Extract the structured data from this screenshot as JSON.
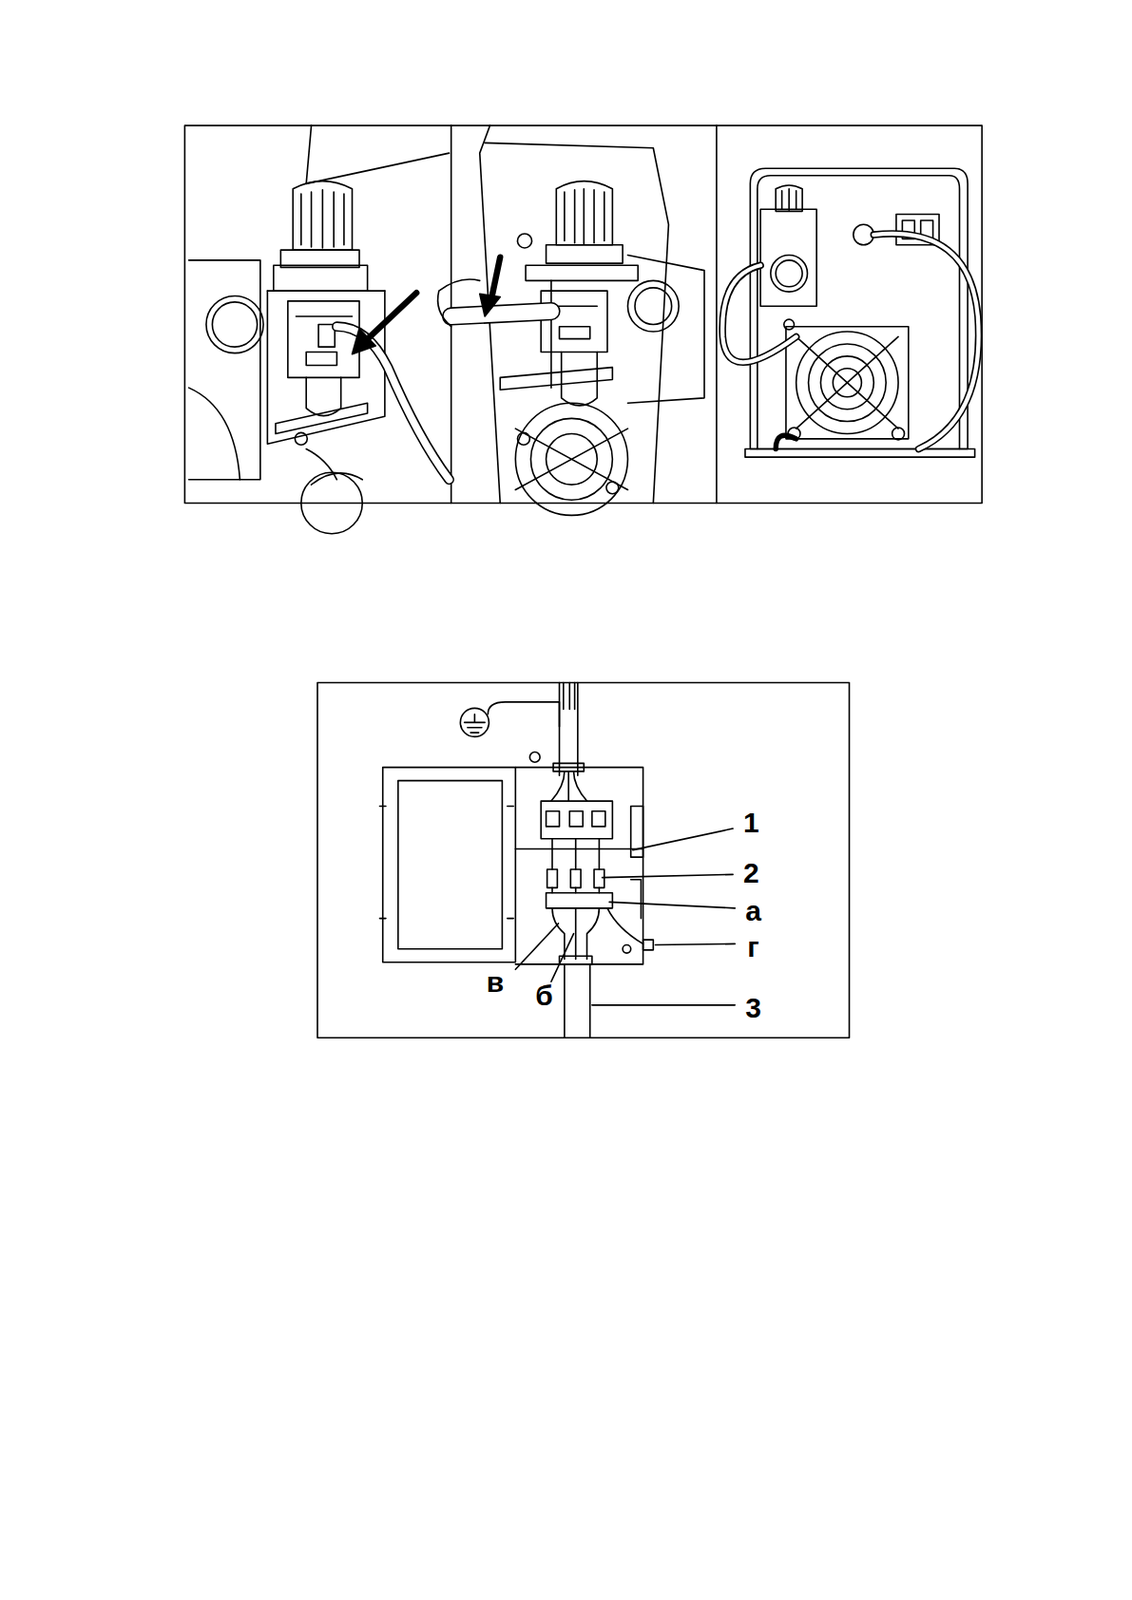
{
  "diagram": {
    "labels": [
      "1",
      "2",
      "а",
      "г",
      "в",
      "б",
      "3"
    ]
  }
}
